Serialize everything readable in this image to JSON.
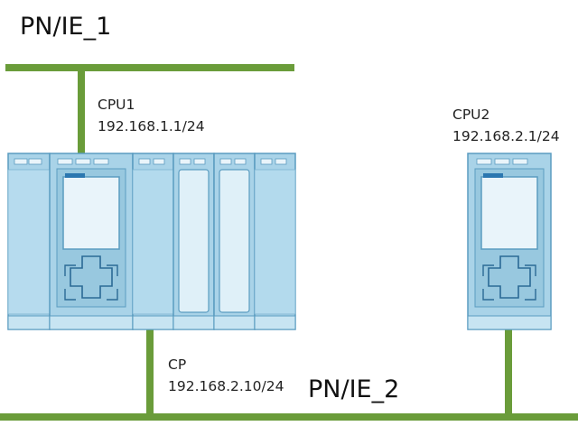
{
  "networks": {
    "top": {
      "name": "PN/IE_1"
    },
    "bottom": {
      "name": "PN/IE_2"
    }
  },
  "devices": {
    "cpu1": {
      "name": "CPU1",
      "ip": "192.168.1.1/24"
    },
    "cp": {
      "name": "CP",
      "ip": "192.168.2.10/24"
    },
    "cpu2": {
      "name": "CPU2",
      "ip": "192.168.2.1/24"
    }
  },
  "colors": {
    "network_line": "#6a9c3a",
    "module_fill": "#a9d3e8",
    "module_stroke": "#5a9cc0",
    "display_fill": "#e9f4fa"
  }
}
